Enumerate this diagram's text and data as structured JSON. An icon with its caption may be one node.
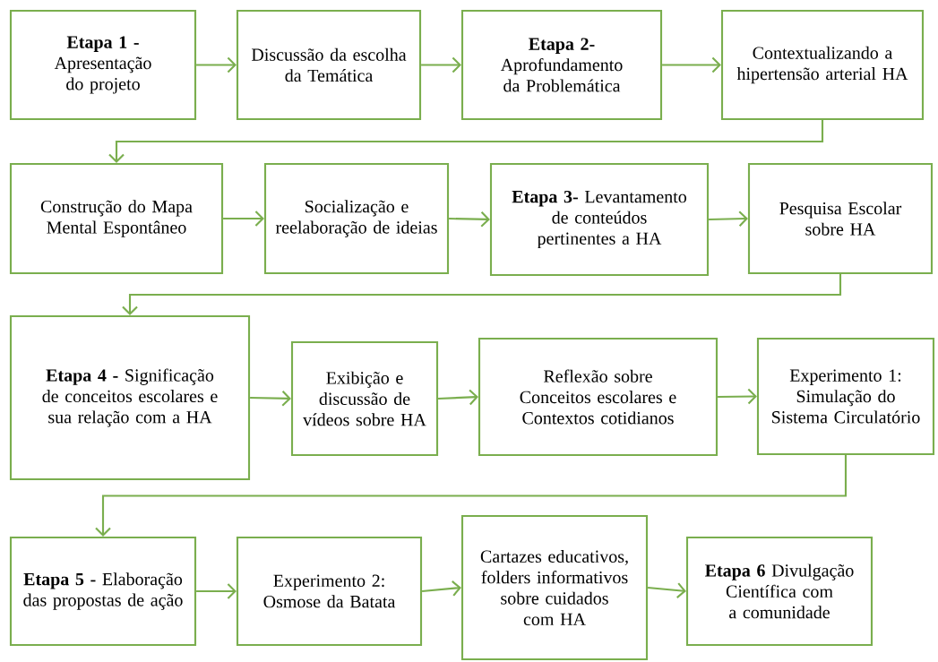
{
  "diagram": {
    "nodes": [
      {
        "text": [
          "**Etapa 1 -** Apresentação do projeto"
        ]
      },
      {
        "text": [
          "Discussão da escolha da Temática"
        ]
      },
      {
        "text": [
          "**Etapa 2-** Aprofundamento da Problemática"
        ]
      },
      {
        "text": [
          "Contextualizando a hipertensão arterial HA"
        ]
      },
      {
        "text": [
          "Construção do Mapa Mental Espontâneo"
        ]
      },
      {
        "text": [
          "Socialização e reelaboração de ideias"
        ]
      },
      {
        "text": [
          "**Etapa 3-** Levantamento de conteúdos pertinentes a HA"
        ]
      },
      {
        "text": [
          "Pesquisa Escolar sobre HA"
        ]
      },
      {
        "text": [
          "**Etapa 4 -** Significação de conceitos escolares e sua relação com a HA"
        ]
      },
      {
        "text": [
          "Exibição e discussão de vídeos sobre HA"
        ]
      },
      {
        "text": [
          "Reflexão sobre Conceitos escolares e Contextos cotidianos"
        ]
      },
      {
        "text": [
          "Experimento 1: Simulação do Sistema Circulatório"
        ]
      },
      {
        "text": [
          "**Etapa 5 -** Elaboração das propostas de ação"
        ]
      },
      {
        "text": [
          "Experimento 2: Osmose da Batata"
        ]
      },
      {
        "text": [
          "Cartazes educativos, folders informativos sobre cuidados com HA"
        ]
      },
      {
        "text": [
          "**Etapa 6** Divulgação Científica com a comunidade"
        ]
      }
    ],
    "edges": [
      {
        "from": 0,
        "to": 1,
        "arrow": "to"
      },
      {
        "from": 1,
        "to": 2,
        "arrow": "to"
      },
      {
        "from": 2,
        "to": 3,
        "arrow": "to"
      },
      {
        "from": 3,
        "to": 4,
        "arrow": "to"
      },
      {
        "from": 4,
        "to": 5,
        "arrow": "to"
      },
      {
        "from": 5,
        "to": 6,
        "arrow": "to"
      },
      {
        "from": 6,
        "to": 7,
        "arrow": "to"
      },
      {
        "from": 7,
        "to": 8,
        "arrow": "to"
      },
      {
        "from": 8,
        "to": 9,
        "arrow": "to"
      },
      {
        "from": 9,
        "to": 10,
        "arrow": "to"
      },
      {
        "from": 10,
        "to": 11,
        "arrow": "to"
      },
      {
        "from": 11,
        "to": 12,
        "arrow": "to"
      },
      {
        "from": 12,
        "to": 13,
        "arrow": "to"
      },
      {
        "from": 13,
        "to": 14,
        "arrow": "to"
      },
      {
        "from": 14,
        "to": 15,
        "arrow": "to"
      }
    ]
  }
}
